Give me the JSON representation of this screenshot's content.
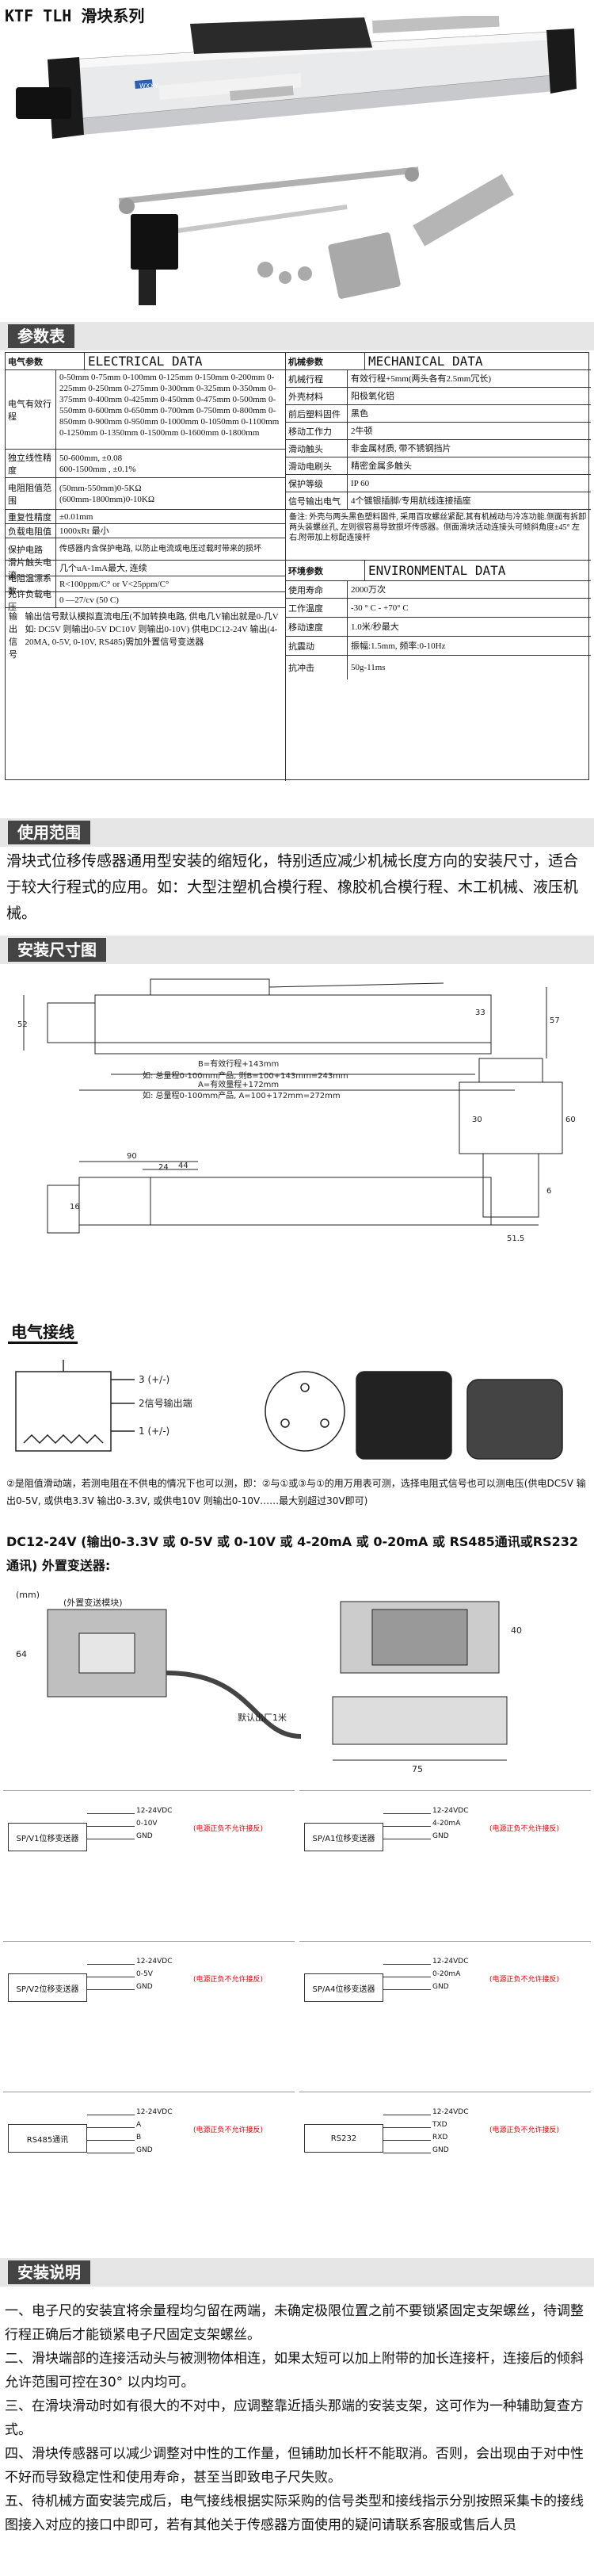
{
  "title": "KTF TLH 滑块系列",
  "hero": {
    "brand_label": "WXXY"
  },
  "sections": {
    "params": "参数表",
    "usage": "使用范围",
    "install_size": "安装尺寸图",
    "wiring": "电气接线",
    "install_notes": "安装说明"
  },
  "electrical": {
    "header": "电气参数",
    "header_en": "ELECTRICAL DATA",
    "rows": [
      {
        "k": "电气有效行程",
        "v": "0-50mm  0-75mm  0-100mm  0-125mm  0-150mm 0-200mm 0-225mm 0-250mm 0-275mm 0-300mm 0-325mm 0-350mm 0-375mm 0-400mm 0-425mm 0-450mm 0-475mm 0-500mm 0-550mm 0-600mm 0-650mm 0-700mm 0-750mm 0-800mm 0-850mm 0-900mm 0-950mm 0-1000mm 0-1050mm 0-1100mm 0-1250mm 0-1350mm 0-1500mm 0-1600mm 0-1800mm"
      },
      {
        "k": "独立线性精度",
        "v": "50-600mm, ±0.08\n600-1500mm , ±0.1%"
      },
      {
        "k": "电阻阻值范围",
        "v": "(50mm-550mm)0-5KΩ\n(600mm-1800mm)0-10KΩ"
      },
      {
        "k": "重复性精度",
        "v": "±0.01mm"
      },
      {
        "k": "负载电阻值",
        "v": "1000xRt 最小"
      },
      {
        "k": "保护电路",
        "v": "传感器内含保护电路, 以防止电流或电压过载时带来的损坏"
      },
      {
        "k": "滑片触头电流",
        "v": "几个uA-1mA最大, 连续"
      },
      {
        "k": "电阻温漂系数",
        "v": "R<100ppm/C°  or V<25ppm/C°"
      },
      {
        "k": "允许负载电压",
        "v": "0 —27/cv (50 C)"
      },
      {
        "k": "输出信号",
        "v": "输出信号默认模拟直流电压(不加转换电路, 供电几V输出就是0-几V 如: DC5V 则输出0-5V  DC10V 则输出0-10V)  供电DC12-24V 输出(4-20MA, 0-5V, 0-10V, RS485)需加外置信号变送器"
      }
    ]
  },
  "mechanical": {
    "header": "机械参数",
    "header_en": "MECHANICAL DATA",
    "rows": [
      {
        "k": "机械行程",
        "v": "有效行程+5mm(两头各有2.5mm冗长)"
      },
      {
        "k": "外壳材料",
        "v": "阳极氧化铝"
      },
      {
        "k": "前后塑料固件",
        "v": "黑色"
      },
      {
        "k": "移动工作力",
        "v": "2牛顿"
      },
      {
        "k": "滑动触头",
        "v": "非金属材质, 带不锈钢挡片"
      },
      {
        "k": "滑动电刷头",
        "v": "精密金属多触头"
      },
      {
        "k": "保护等级",
        "v": "IP 60"
      },
      {
        "k": "信号输出电气",
        "v": "4个镀银插脚/专用航线连接插座"
      },
      {
        "k": "备注",
        "v": "备注: 外壳与两头黑色塑料固件, 采用百攻螺丝紧配.其有机械动与冷冻功能.侧面有拆卸两头装螺丝孔, 左则很容易导致损坏传感器。侧面滑块活动连接头可倾斜角度±45° 左右.附带加上标配连接杆"
      }
    ]
  },
  "environmental": {
    "header": "环境参数",
    "header_en": "ENVIRONMENTAL DATA",
    "rows": [
      {
        "k": "使用寿命",
        "v": "2000万次"
      },
      {
        "k": "工作温度",
        "v": "-30 ° C - +70° C"
      },
      {
        "k": "移动速度",
        "v": "1.0米/秒最大"
      },
      {
        "k": "抗震动",
        "v": "振幅:1.5mm, 频率:0-10Hz"
      },
      {
        "k": "抗冲击",
        "v": "50g-11ms"
      }
    ]
  },
  "usage_text": "滑块式位移传感器通用型安装的缩短化，特别适应减少机械长度方向的安装尺寸，适合于较大行程式的应用。如：大型注塑机合模行程、橡胶机合模行程、木工机械、液压机械。",
  "dims": {
    "d52": "52",
    "d57": "57",
    "d33": "33",
    "b_line": "B=有效行程+143mm",
    "a_line": "如: 总量程0-100mm产品, 则B=100+143mm=243mm",
    "a_label": "A=有效量程+172mm",
    "a_example": "如: 总量程0-100mm产品, A=100+172mm=272mm",
    "d90": "90",
    "d44": "44",
    "d24": "24",
    "d16": "16",
    "d30": "30",
    "d60": "60",
    "d515": "51.5",
    "d6": "6"
  },
  "wiring": {
    "pin3": "3 (+/-)",
    "pin2": "2信号输出端",
    "pin1": "1 (+/-)",
    "note": "②是阻值滑动端，若测电阻在不供电的情况下也可以测，即：②与①或③与①的用万用表可测，选择电阻式信号也可以测电压(供电DC5V 输出0-5V, 或供电3.3V 输出0-3.3V, 或供电10V 则输出0-10V……最大别超过30V即可)"
  },
  "transmitter": {
    "title": "DC12-24V (输出0-3.3V 或 0-5V 或 0-10V 或 4-20mA 或 0-20mA 或 RS485通讯或RS232通讯) 外置变送器:",
    "unit": "(mm)",
    "box_label": "(外置变送模块)",
    "cable_label": "默认出厂1米",
    "d64": "64",
    "d75": "75",
    "d40": "40"
  },
  "wiring_diagrams": [
    {
      "name": "SP/V1位移变送器",
      "lines": [
        "12-24VDC",
        "0-10V",
        "GND"
      ],
      "note": "(电源正负不允许接反)"
    },
    {
      "name": "SP/A1位移变送器",
      "lines": [
        "12-24VDC",
        "4-20mA",
        "GND"
      ],
      "note": "(电源正负不允许接反)"
    },
    {
      "name": "SP/V2位移变送器",
      "lines": [
        "12-24VDC",
        "0-5V",
        "GND"
      ],
      "note": "(电源正负不允许接反)"
    },
    {
      "name": "SP/A4位移变送器",
      "lines": [
        "12-24VDC",
        "0-20mA",
        "GND"
      ],
      "note": "(电源正负不允许接反)"
    },
    {
      "name": "RS485通讯",
      "lines": [
        "12-24VDC",
        "A",
        "B",
        "GND"
      ],
      "note": "(电源正负不允许接反)"
    },
    {
      "name": "RS232",
      "lines": [
        "12-24VDC",
        "TXD",
        "RXD",
        "GND"
      ],
      "note": "(电源正负不允许接反)"
    }
  ],
  "install_notes": [
    "一、电子尺的安装宜将余量程均匀留在两端，未确定极限位置之前不要锁紧固定支架螺丝，待调整行程正确后才能锁紧电子尺固定支架螺丝。",
    "二、滑块端部的连接活动头与被测物体相连，如果太短可以加上附带的加长连接杆，连接后的倾斜允许范围可控在30° 以内均可。",
    "三、在滑块滑动时如有很大的不对中，应调整靠近插头那端的安装支架，这可作为一种辅助复查方式。",
    "四、滑块传感器可以减少调整对中性的工作量，但铺助加长杆不能取消。否则，会出现由于对中性不好而导致稳定性和使用寿命，甚至当即致电子尺失败。",
    "五、待机械方面安装完成后，电气接线根据实际采购的信号类型和接线指示分别按照采集卡的接线图接入对应的接口中即可，若有其他关于传感器方面使用的疑问请联系客服或售后人员"
  ]
}
